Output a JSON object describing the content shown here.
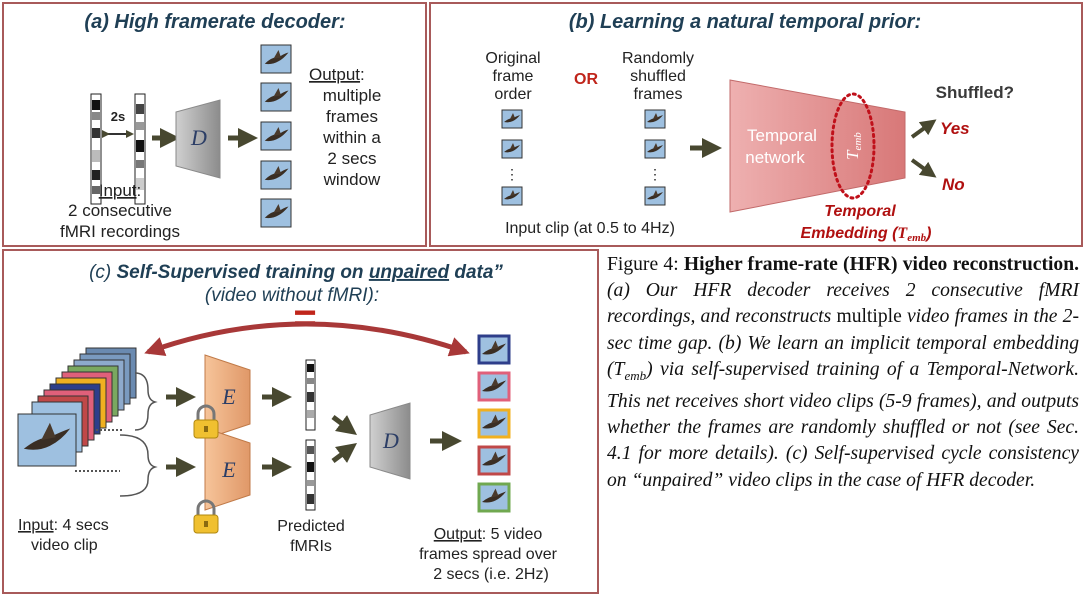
{
  "panel_a": {
    "title": "(a) High framerate decoder:",
    "gap_label": "2s",
    "decoder_label": "D",
    "output_word": "Output",
    "output_rest": ":",
    "output_lines": [
      "multiple",
      "frames",
      "within a",
      "2 secs",
      "window"
    ],
    "input_word": "Input",
    "input_rest": ":",
    "input_lines": [
      "2 consecutive",
      "fMRI recordings"
    ]
  },
  "panel_b": {
    "title": "(b) Learning a natural temporal prior:",
    "original_lines": [
      "Original",
      "frame",
      "order"
    ],
    "or_label": "OR",
    "shuffled_lines": [
      "Randomly",
      "shuffled",
      "frames"
    ],
    "dots": "⋮",
    "network_lines": [
      "Temporal",
      "network"
    ],
    "temb_main": "T",
    "temb_sub": "emb",
    "question": "Shuffled?",
    "yes": "Yes",
    "no": "No",
    "input_clip": "Input clip (at 0.5 to 4Hz)",
    "embedding_line1": "Temporal",
    "embedding_line2_prefix": "Embedding (",
    "embedding_line2_main": "T",
    "embedding_line2_sub": "emb",
    "embedding_line2_suffix": ")"
  },
  "panel_c": {
    "title_prefix": "(c) ",
    "title_bold1": "Self-Supervised training on ",
    "title_underlined": "unpaired",
    "title_bold2": " data”",
    "subtitle": "(video without fMRI):",
    "equals": "=",
    "encoder_label": "E",
    "decoder_label": "D",
    "predicted_lines": [
      "Predicted",
      "fMRIs"
    ],
    "input_word": "Input",
    "input_rest": ": 4 secs",
    "input_line2": "video clip",
    "output_word": "Output",
    "output_rest": ": 5 video",
    "output_lines": [
      "frames spread over",
      "2 secs (i.e. 2Hz)"
    ]
  },
  "caption": {
    "label": "Figure 4:",
    "bold": "Higher frame-rate (HFR) video reconstruction.",
    "part1": "(a) Our HFR decoder receives 2 consecutive fMRI recordings, and reconstructs",
    "word_multiple": "multiple",
    "part2": "video frames in the 2-sec time gap. (b) We learn an implicit temporal embedding (",
    "temb_main": "T",
    "temb_sub": "emb",
    "part3": ") via self-supervised training of a Temporal-Network. This net receives short video clips (5-9 frames), and outputs whether the frames are randomly shuffled or not (see Sec. 4.1 for more details). (c) Self-supervised cycle consistency on “unpaired” video clips in the case of HFR decoder."
  },
  "colors": {
    "border": "#a85a5a",
    "dark_red": "#a01010",
    "arrow": "#484830",
    "teal_title": "#1f3f55",
    "network": "#e89a9a",
    "encoder": "#f0b080",
    "decoder": "#a6a6a6",
    "frame_sky": "#9ec0e0",
    "frame_colors": [
      "#2e3e8a",
      "#e0607a",
      "#f0b020",
      "#c04848",
      "#70a850"
    ]
  }
}
